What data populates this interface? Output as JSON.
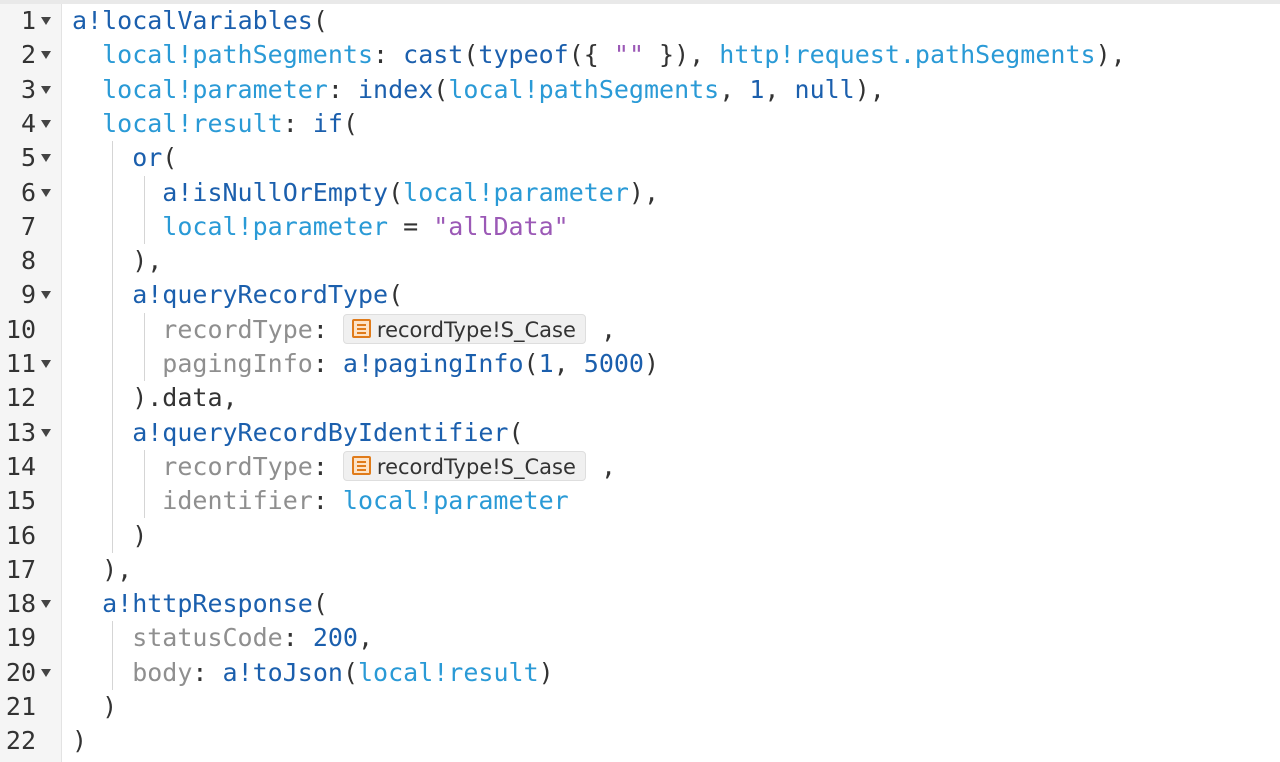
{
  "editor": {
    "line_numbers": [
      "1",
      "2",
      "3",
      "4",
      "5",
      "6",
      "7",
      "8",
      "9",
      "10",
      "11",
      "12",
      "13",
      "14",
      "15",
      "16",
      "17",
      "18",
      "19",
      "20",
      "21",
      "22"
    ],
    "fold_lines": [
      1,
      2,
      3,
      4,
      5,
      6,
      9,
      11,
      13,
      18,
      20
    ],
    "colors": {
      "function": "#1b5fad",
      "variable": "#2a9ad6",
      "keyword_param": "#8f8f8f",
      "string": "#9b59b6",
      "number": "#1b5fad",
      "plain": "#333333",
      "record_chip_icon": "#e07b1a"
    },
    "icons": {
      "fold": "triangle-down",
      "record_type": "record-type-icon"
    }
  },
  "code": {
    "lines": [
      [
        [
          "fn",
          "a!localVariables"
        ],
        [
          "punc",
          "("
        ]
      ],
      [
        [
          "var",
          "local!pathSegments"
        ],
        [
          "punc",
          ": "
        ],
        [
          "fn",
          "cast"
        ],
        [
          "punc",
          "("
        ],
        [
          "fn",
          "typeof"
        ],
        [
          "punc",
          "({ "
        ],
        [
          "str",
          "\"\""
        ],
        [
          "punc",
          " }), "
        ],
        [
          "var",
          "http!request.pathSegments"
        ],
        [
          "punc",
          "),"
        ]
      ],
      [
        [
          "var",
          "local!parameter"
        ],
        [
          "punc",
          ": "
        ],
        [
          "fn",
          "index"
        ],
        [
          "punc",
          "("
        ],
        [
          "var",
          "local!pathSegments"
        ],
        [
          "punc",
          ", "
        ],
        [
          "num",
          "1"
        ],
        [
          "punc",
          ", "
        ],
        [
          "fn",
          "null"
        ],
        [
          "punc",
          "),"
        ]
      ],
      [
        [
          "var",
          "local!result"
        ],
        [
          "punc",
          ": "
        ],
        [
          "fn",
          "if"
        ],
        [
          "punc",
          "("
        ]
      ],
      [
        [
          "fn",
          "or"
        ],
        [
          "punc",
          "("
        ]
      ],
      [
        [
          "fn",
          "a!isNullOrEmpty"
        ],
        [
          "punc",
          "("
        ],
        [
          "var",
          "local!parameter"
        ],
        [
          "punc",
          "),"
        ]
      ],
      [
        [
          "var",
          "local!parameter"
        ],
        [
          "punc",
          " = "
        ],
        [
          "str",
          "\"allData\""
        ]
      ],
      [
        [
          "punc",
          "),"
        ]
      ],
      [
        [
          "fn",
          "a!queryRecordType"
        ],
        [
          "punc",
          "("
        ]
      ],
      [
        [
          "key",
          "recordType"
        ],
        [
          "punc",
          ": "
        ],
        [
          "chip",
          "recordType!S_Case"
        ],
        [
          "punc",
          " ,"
        ]
      ],
      [
        [
          "key",
          "pagingInfo"
        ],
        [
          "punc",
          ": "
        ],
        [
          "fn",
          "a!pagingInfo"
        ],
        [
          "punc",
          "("
        ],
        [
          "num",
          "1"
        ],
        [
          "punc",
          ", "
        ],
        [
          "num",
          "5000"
        ],
        [
          "punc",
          ")"
        ]
      ],
      [
        [
          "punc",
          ").data,"
        ]
      ],
      [
        [
          "fn",
          "a!queryRecordByIdentifier"
        ],
        [
          "punc",
          "("
        ]
      ],
      [
        [
          "key",
          "recordType"
        ],
        [
          "punc",
          ": "
        ],
        [
          "chip",
          "recordType!S_Case"
        ],
        [
          "punc",
          " ,"
        ]
      ],
      [
        [
          "key",
          "identifier"
        ],
        [
          "punc",
          ": "
        ],
        [
          "var",
          "local!parameter"
        ]
      ],
      [
        [
          "punc",
          ")"
        ]
      ],
      [
        [
          "punc",
          "),"
        ]
      ],
      [
        [
          "fn",
          "a!httpResponse"
        ],
        [
          "punc",
          "("
        ]
      ],
      [
        [
          "key",
          "statusCode"
        ],
        [
          "punc",
          ": "
        ],
        [
          "num",
          "200"
        ],
        [
          "punc",
          ","
        ]
      ],
      [
        [
          "key",
          "body"
        ],
        [
          "punc",
          ": "
        ],
        [
          "fn",
          "a!toJson"
        ],
        [
          "punc",
          "("
        ],
        [
          "var",
          "local!result"
        ],
        [
          "punc",
          ")"
        ]
      ],
      [
        [
          "punc",
          ")"
        ]
      ],
      [
        [
          "punc",
          ")"
        ]
      ]
    ]
  }
}
